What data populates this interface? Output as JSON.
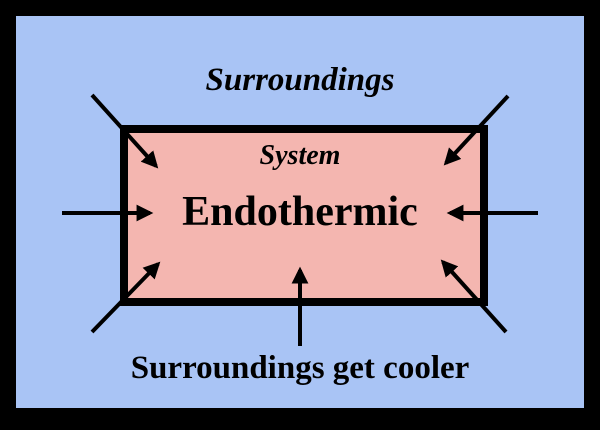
{
  "diagram": {
    "surroundings_label": "Surroundings",
    "system_label": "System",
    "process_label": "Endothermic",
    "caption": "Surroundings get cooler",
    "colors": {
      "surroundings": "#a9c4f5",
      "system": "#f4b6b0",
      "border": "#000000",
      "arrow": "#000000"
    },
    "arrow_direction": "inward",
    "arrow_count": 7
  }
}
